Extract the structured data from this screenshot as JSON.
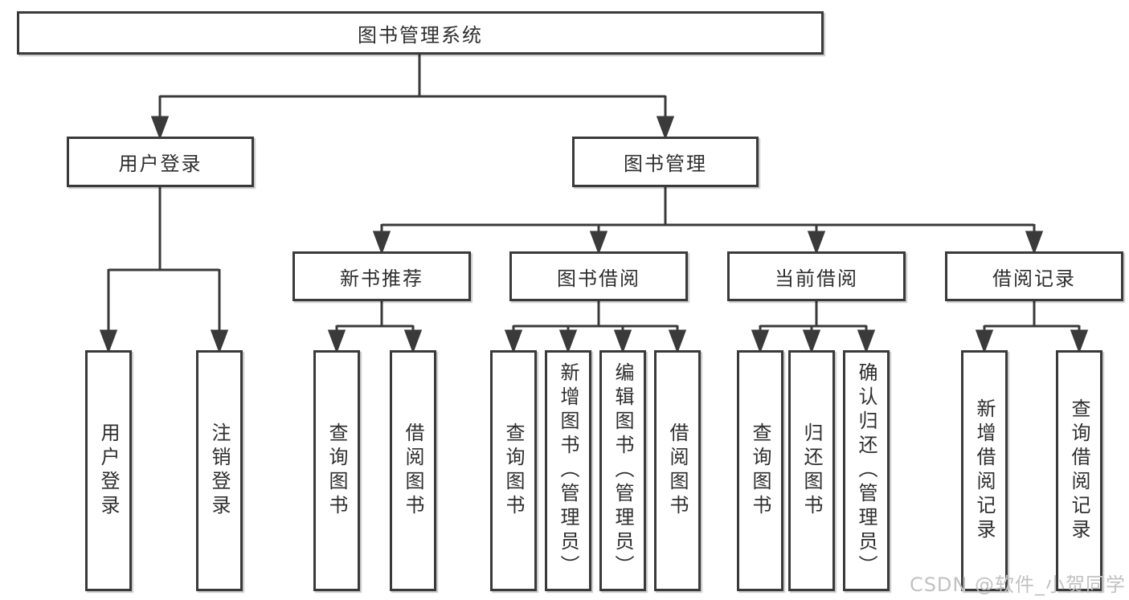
{
  "diagram": {
    "type": "hierarchy-tree",
    "background": "#ffffff",
    "line_color": "#3a3a3a",
    "box_border_color": "#3a3a3a",
    "text_color": "#2e2e2e"
  },
  "nodes": {
    "root": {
      "label": "图书管理系统"
    },
    "user_login": {
      "label": "用户登录"
    },
    "book_mgmt": {
      "label": "图书管理"
    },
    "new_book_rec": {
      "label": "新书推荐"
    },
    "book_borrow": {
      "label": "图书借阅"
    },
    "current_borrow": {
      "label": "当前借阅"
    },
    "borrow_record": {
      "label": "借阅记录"
    },
    "leaf_login": {
      "label": "用户登录"
    },
    "leaf_logout": {
      "label": "注销登录"
    },
    "leaf_nbr_query": {
      "label": "查询图书"
    },
    "leaf_nbr_borrow": {
      "label": "借阅图书"
    },
    "leaf_bb_query": {
      "label": "查询图书"
    },
    "leaf_bb_add": {
      "label": "新增图书（管理员）"
    },
    "leaf_bb_edit": {
      "label": "编辑图书（管理员）"
    },
    "leaf_bb_borrow": {
      "label": "借阅图书"
    },
    "leaf_cb_query": {
      "label": "查询图书"
    },
    "leaf_cb_return": {
      "label": "归还图书"
    },
    "leaf_cb_confirm": {
      "label": "确认归还（管理员）"
    },
    "leaf_br_add": {
      "label": "新增借阅记录"
    },
    "leaf_br_query": {
      "label": "查询借阅记录"
    }
  },
  "hierarchy": {
    "root": [
      "user_login",
      "book_mgmt"
    ],
    "user_login": [
      "leaf_login",
      "leaf_logout"
    ],
    "book_mgmt": [
      "new_book_rec",
      "book_borrow",
      "current_borrow",
      "borrow_record"
    ],
    "new_book_rec": [
      "leaf_nbr_query",
      "leaf_nbr_borrow"
    ],
    "book_borrow": [
      "leaf_bb_query",
      "leaf_bb_add",
      "leaf_bb_edit",
      "leaf_bb_borrow"
    ],
    "current_borrow": [
      "leaf_cb_query",
      "leaf_cb_return",
      "leaf_cb_confirm"
    ],
    "borrow_record": [
      "leaf_br_add",
      "leaf_br_query"
    ]
  },
  "watermark": {
    "text": "CSDN @软件_小贺同学",
    "color": "#c2c2c2"
  }
}
